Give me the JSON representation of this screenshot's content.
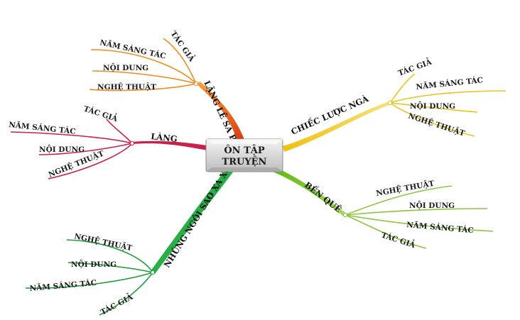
{
  "center": {
    "line1": "ÔN TẬP",
    "line2": "TRUYỆN"
  },
  "branches": {
    "lang_le_sa_pa": {
      "title": "LẶNG LẼ SA PA",
      "color": "#f08a1e",
      "items": [
        "TÁC GIẢ",
        "NĂM SÁNG TÁC",
        "NỘI DUNG",
        "NGHỆ THUẬT"
      ]
    },
    "lang": {
      "title": "LÀNG",
      "color": "#cc1f4a",
      "items": [
        "TÁC GIẢ",
        "NĂM SÁNG TÁC",
        "NỘI DUNG",
        "NGHỆ THUẬT"
      ]
    },
    "nhung_ngoi_sao": {
      "title": "NHỮNG NGÔI SAO XA XÔI",
      "color": "#1e9e3a",
      "items": [
        "NGHỆ THUẬT",
        "NỘI DUNG",
        "NĂM SÁNG TÁC",
        "TÁC GIẢ"
      ]
    },
    "chiec_luoc_nga": {
      "title": "CHIẾC LƯỢC NGÀ",
      "color": "#f2d21c",
      "items": [
        "TÁC GIẢ",
        "NĂM SÁNG TÁC",
        "NỘI DUNG",
        "NGHỆ THUẬT"
      ]
    },
    "ben_que": {
      "title": "BẾN QUÊ",
      "color": "#7ac41c",
      "items": [
        "NGHỆ THUẬT",
        "NỘI DUNG",
        "NĂM SÁNG TÁC",
        "TÁC GIẢ"
      ]
    }
  }
}
